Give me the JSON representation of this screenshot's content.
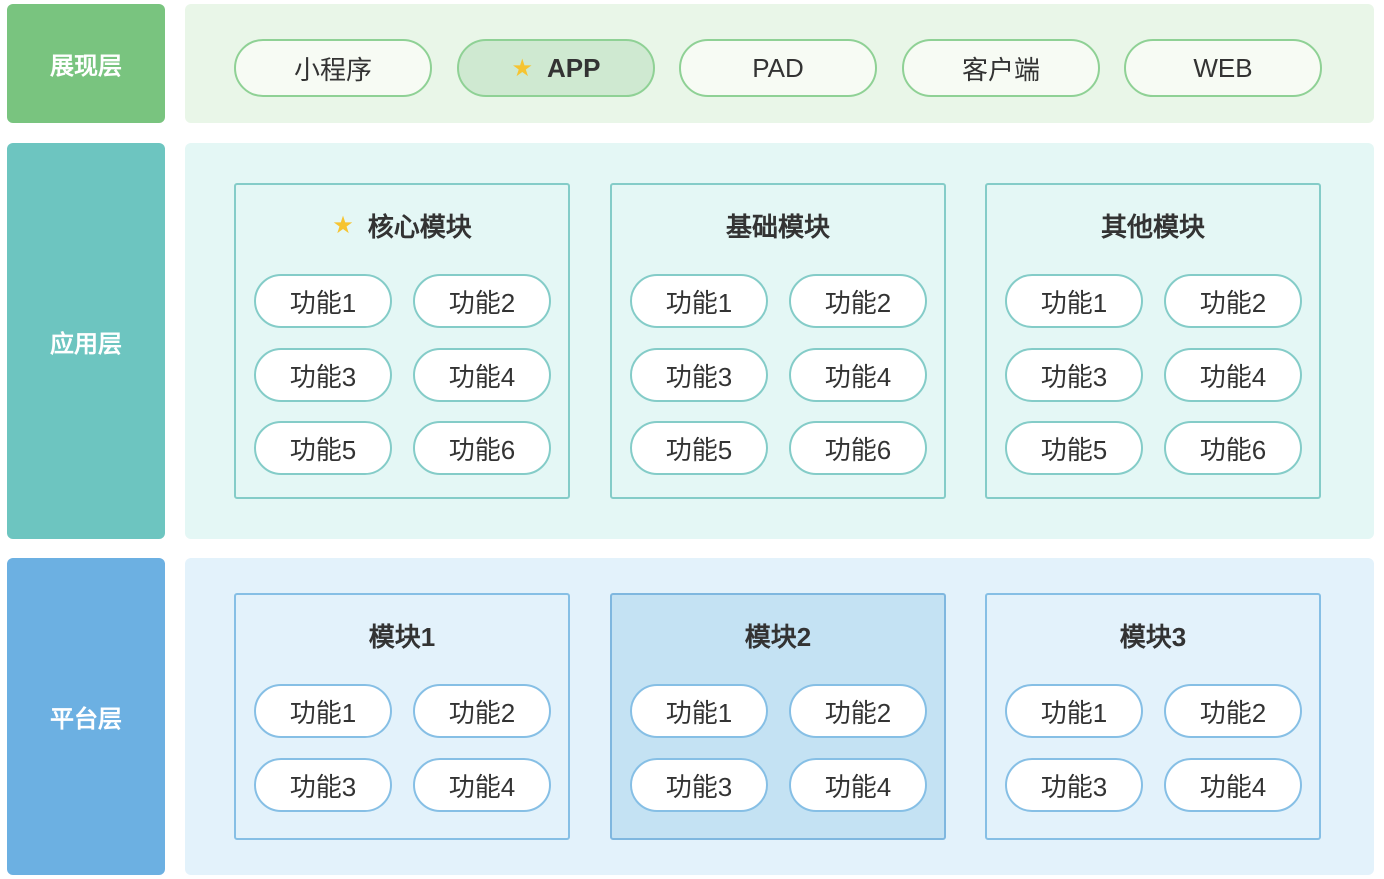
{
  "layers": {
    "presentation": {
      "label": "展现层"
    },
    "application": {
      "label": "应用层"
    },
    "platform": {
      "label": "平台层"
    }
  },
  "presentation": {
    "channels": [
      {
        "label": "小程序"
      },
      {
        "label": "APP",
        "starred": true,
        "active": true
      },
      {
        "label": "PAD"
      },
      {
        "label": "客户端"
      },
      {
        "label": "WEB"
      }
    ]
  },
  "application": {
    "modules": [
      {
        "title": "核心模块",
        "starred": true,
        "functions": [
          "功能1",
          "功能2",
          "功能3",
          "功能4",
          "功能5",
          "功能6"
        ]
      },
      {
        "title": "基础模块",
        "functions": [
          "功能1",
          "功能2",
          "功能3",
          "功能4",
          "功能5",
          "功能6"
        ]
      },
      {
        "title": "其他模块",
        "functions": [
          "功能1",
          "功能2",
          "功能3",
          "功能4",
          "功能5",
          "功能6"
        ]
      }
    ]
  },
  "platform": {
    "modules": [
      {
        "title": "模块1",
        "functions": [
          "功能1",
          "功能2",
          "功能3",
          "功能4"
        ]
      },
      {
        "title": "模块2",
        "highlighted": true,
        "functions": [
          "功能1",
          "功能2",
          "功能3",
          "功能4"
        ]
      },
      {
        "title": "模块3",
        "functions": [
          "功能1",
          "功能2",
          "功能3",
          "功能4"
        ]
      }
    ]
  },
  "icons": {
    "star": "star-icon"
  },
  "colors": {
    "presentation": "#79c47f",
    "application": "#6dc5c0",
    "platform": "#6cb0e2",
    "star": "#f6c431"
  }
}
